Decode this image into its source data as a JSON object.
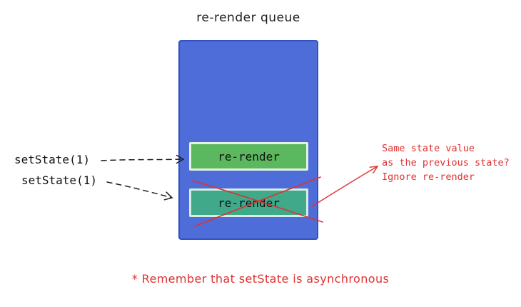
{
  "title": "re-render queue",
  "queue": {
    "items": [
      {
        "label": "re-render"
      },
      {
        "label": "re-render"
      }
    ]
  },
  "calls": [
    {
      "label": "setState(1)"
    },
    {
      "label": "setState(1)"
    }
  ],
  "annotation": {
    "line1": "Same state value",
    "line2": "as the previous state?",
    "line3": "Ignore re-render"
  },
  "footnote": "* Remember that setState is asynchronous",
  "colors": {
    "queue_fill": "#4f6dd9",
    "queue_border": "#3352c0",
    "item_top_fill": "#5cb85f",
    "item_bottom_fill": "#3fa98a",
    "item_border_light": "#e3f3e0",
    "annotation_red": "#e03131",
    "ink": "#1e1e1e"
  }
}
